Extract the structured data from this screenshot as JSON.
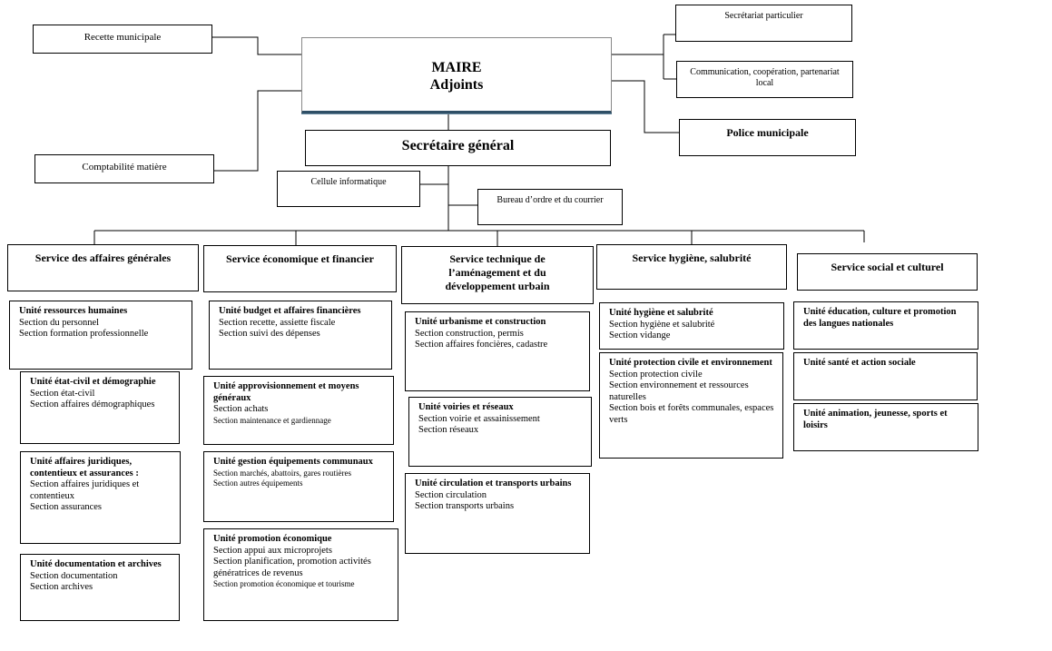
{
  "top": {
    "maire": "MAIRE",
    "adjoints": "Adjoints",
    "recette": "Recette municipale",
    "comptabilite": "Comptabilité matière",
    "secretariat": "Secrétariat particulier",
    "communication": "Communication, coopération, partenariat local",
    "police": "Police municipale",
    "sg": "Secrétaire général",
    "cellule": "Cellule informatique",
    "bureau": "Bureau d’ordre et du courrier"
  },
  "services": [
    {
      "name": "Service des affaires générales",
      "units": [
        {
          "name": "Unité ressources humaines",
          "sections": [
            "Section du personnel",
            "Section formation professionnelle"
          ]
        },
        {
          "name": "Unité état-civil et démographie",
          "sections": [
            "Section état-civil",
            "Section affaires démographiques"
          ]
        },
        {
          "name": "Unité affaires juridiques, contentieux et assurances :",
          "sections": [
            "Section affaires juridiques et contentieux",
            "Section assurances"
          ]
        },
        {
          "name": "Unité documentation et archives",
          "sections": [
            "Section documentation",
            "Section archives"
          ]
        }
      ]
    },
    {
      "name": "Service économique et financier",
      "units": [
        {
          "name": "Unité budget et affaires financières",
          "sections": [
            "Section recette, assiette fiscale",
            "Section suivi des dépenses"
          ]
        },
        {
          "name": "Unité approvisionnement et moyens généraux",
          "sections": [
            "Section achats",
            "Section maintenance et gardiennage"
          ]
        },
        {
          "name": "Unité gestion équipements communaux",
          "sections": [
            "Section marchés, abattoirs, gares routières",
            "Section autres équipements"
          ]
        },
        {
          "name": "Unité promotion économique",
          "sections": [
            "Section appui aux microprojets",
            "Section planification, promotion activités génératrices de revenus",
            "Section promotion économique et tourisme"
          ]
        }
      ]
    },
    {
      "name": "Service technique de l’aménagement et du développement urbain",
      "units": [
        {
          "name": "Unité urbanisme et construction",
          "sections": [
            "Section construction, permis",
            "Section affaires foncières, cadastre"
          ]
        },
        {
          "name": "Unité voiries et réseaux",
          "sections": [
            "Section voirie et assainissement",
            "Section réseaux"
          ]
        },
        {
          "name": "Unité circulation et transports urbains",
          "sections": [
            "Section circulation",
            "Section transports urbains"
          ]
        }
      ]
    },
    {
      "name": "Service hygiène, salubrité",
      "units": [
        {
          "name": "Unité hygiène et salubrité",
          "sections": [
            "Section hygiène et salubrité",
            "Section vidange"
          ]
        },
        {
          "name": "Unité protection civile et environnement",
          "sections": [
            "Section protection civile",
            "Section environnement et ressources naturelles",
            "Section bois et forêts communales, espaces verts"
          ]
        }
      ]
    },
    {
      "name": "Service social et culturel",
      "units": [
        {
          "name": "Unité éducation, culture et promotion des langues nationales",
          "sections": []
        },
        {
          "name": "Unité santé et action sociale",
          "sections": []
        },
        {
          "name": "Unité animation, jeunesse, sports et loisirs",
          "sections": []
        }
      ]
    }
  ]
}
